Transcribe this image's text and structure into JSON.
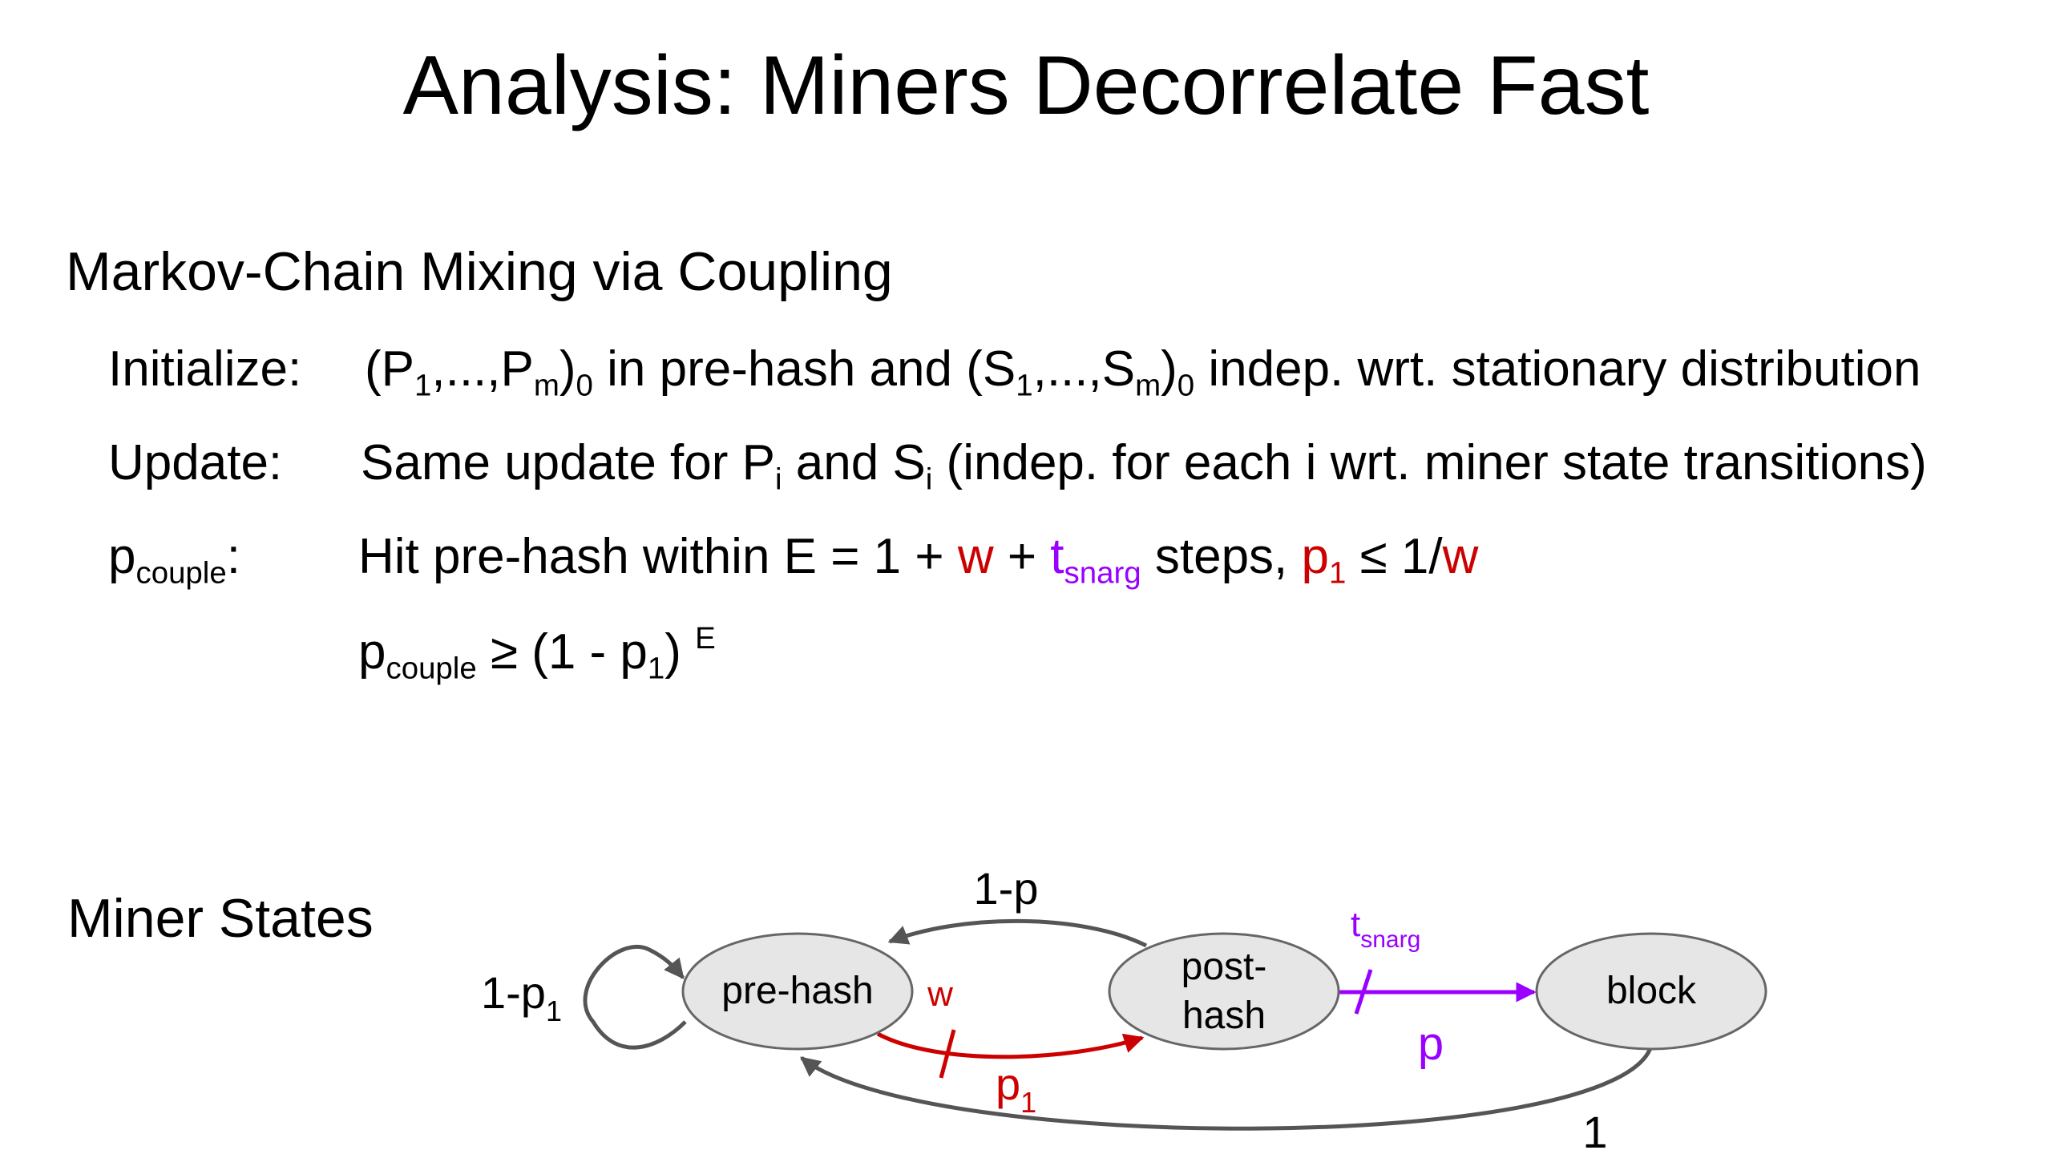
{
  "title": "Analysis: Miners Decorrelate Fast",
  "section1": {
    "heading": "Markov-Chain Mixing via Coupling",
    "initialize": {
      "label": "Initialize:",
      "open": "(P",
      "sub1": "1",
      "mid1": ",...,P",
      "subm": "m",
      "close1": ")",
      "sub0": "0",
      "text2": " in pre-hash and (S",
      "sub1b": "1",
      "mid2": ",...,S",
      "submb": "m",
      "close2": ")",
      "sub0b": "0",
      "text3": " indep. wrt. stationary distribution"
    },
    "update": {
      "label": "Update:",
      "text1": "Same update for P",
      "subi": "i",
      "text2": " and S",
      "subi2": "i",
      "text3": " (indep. for each i wrt. miner state transitions)"
    },
    "pcouple": {
      "label_p": "p",
      "label_sub": "couple",
      "label_colon": ":",
      "text1": "Hit pre-hash within E = 1 + ",
      "w": "w",
      "plus": " + ",
      "t": "t",
      "tsub": "snarg",
      "text2": " steps, ",
      "p1": "p",
      "p1sub": "1",
      "text3": " ≤ 1/",
      "w2": "w"
    },
    "bound": {
      "p": "p",
      "psub": "couple",
      "text1": " ≥ (1 - p",
      "sub1": "1",
      "text2": ") ",
      "sup": "E"
    }
  },
  "section2": {
    "heading": "Miner States"
  },
  "diagram": {
    "nodes": {
      "prehash": "pre-hash",
      "posthash_line1": "post-",
      "posthash_line2": "hash",
      "block": "block"
    },
    "edges": {
      "self_loop_main": "1-p",
      "self_loop_sub": "1",
      "top_arc": "1-p",
      "red_w": "w",
      "red_p": "p",
      "red_p_sub": "1",
      "purple_t": "t",
      "purple_t_sub": "snarg",
      "purple_p": "p",
      "bottom_arc": "1"
    },
    "colors": {
      "node_fill": "#e6e6e6",
      "node_stroke": "#666666",
      "red": "#cc0000",
      "purple": "#9900ff",
      "gray_arrow": "#555555"
    }
  }
}
